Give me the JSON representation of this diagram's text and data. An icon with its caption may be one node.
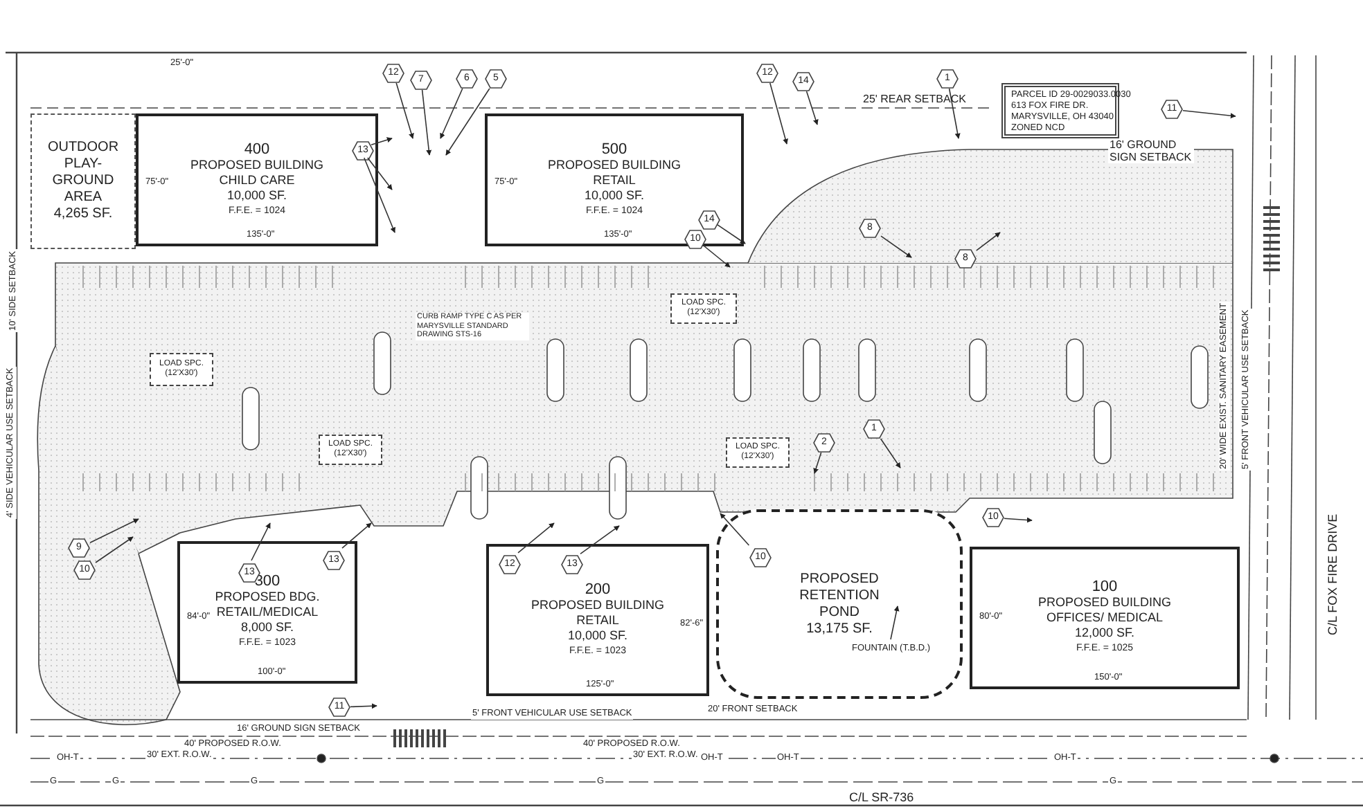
{
  "diagram": {
    "nodes": [
      {
        "text": [
          "OUTDOOR PLAY-GROUND AREA",
          "4,265 SF."
        ]
      },
      {
        "text": [
          "400",
          "PROPOSED BUILDING CHILD CARE",
          "10,000 SF.",
          "F.F.E. = 1024"
        ]
      },
      {
        "text": [
          "500",
          "PROPOSED BUILDING RETAIL",
          "10,000 SF.",
          "F.F.E. = 1024"
        ]
      },
      {
        "text": [
          "PARCEL ID 29-0029033.0030",
          "613 FOX FIRE DR.",
          "MARYSVILLE, OH 43040",
          "ZONED NCD"
        ]
      },
      {
        "text": [
          "LOAD SPC. (12'X30')"
        ]
      },
      {
        "text": [
          "LOAD SPC. (12'X30')"
        ]
      },
      {
        "text": [
          "LOAD SPC. (12'X30')"
        ]
      },
      {
        "text": [
          "LOAD SPC. (12'X30')"
        ]
      },
      {
        "text": [
          "300",
          "PROPOSED BDG. RETAIL/MEDICAL",
          "8,000 SF.",
          "F.F.E. = 1023"
        ]
      },
      {
        "text": [
          "200",
          "PROPOSED BUILDING RETAIL",
          "10,000 SF.",
          "F.F.E. = 1023"
        ]
      },
      {
        "text": [
          "PROPOSED RETENTION POND",
          "13,175 SF."
        ]
      },
      {
        "text": [
          "100",
          "PROPOSED BUILDING OFFICES/ MEDICAL",
          "12,000 SF.",
          "F.F.E. = 1025"
        ]
      },
      {
        "text": [
          "FOUNTAIN (T.B.D.)"
        ],
        "in": 10
      },
      {
        "text": [
          "12"
        ]
      },
      {
        "text": [
          "7"
        ]
      },
      {
        "text": [
          "6"
        ]
      },
      {
        "text": [
          "5"
        ]
      },
      {
        "text": [
          "12"
        ]
      },
      {
        "text": [
          "14"
        ]
      },
      {
        "text": [
          "1"
        ]
      },
      {
        "text": [
          "11"
        ]
      },
      {
        "text": [
          "13"
        ],
        "in": 1
      },
      {
        "text": [
          "14"
        ],
        "in": 2
      },
      {
        "text": [
          "10"
        ],
        "in": 2
      },
      {
        "text": [
          "8"
        ]
      },
      {
        "text": [
          "8"
        ]
      },
      {
        "text": [
          "9"
        ]
      },
      {
        "text": [
          "10"
        ]
      },
      {
        "text": [
          "13"
        ],
        "in": 8
      },
      {
        "text": [
          "13"
        ],
        "in": 8
      },
      {
        "text": [
          "12"
        ],
        "in": 9
      },
      {
        "text": [
          "13"
        ],
        "in": 9
      },
      {
        "text": [
          "10"
        ],
        "in": 10
      },
      {
        "text": [
          "1"
        ]
      },
      {
        "text": [
          "2"
        ]
      },
      {
        "text": [
          "10"
        ]
      },
      {
        "text": [
          "11"
        ]
      }
    ],
    "edges": [
      {
        "from": 12,
        "to": null,
        "arrow": "to"
      },
      {
        "from": 13,
        "to": null,
        "arrow": "to"
      },
      {
        "from": 14,
        "to": null,
        "arrow": "to"
      },
      {
        "from": 15,
        "to": null,
        "arrow": "to"
      },
      {
        "from": 16,
        "to": null,
        "arrow": "to"
      },
      {
        "from": 17,
        "to": null,
        "arrow": "to"
      },
      {
        "from": 18,
        "to": null,
        "arrow": "to"
      },
      {
        "from": 19,
        "to": null,
        "arrow": "to"
      },
      {
        "from": 20,
        "to": null,
        "arrow": "to"
      },
      {
        "from": 21,
        "to": null,
        "arrow": "to"
      },
      {
        "from": 21,
        "to": null,
        "arrow": "to"
      },
      {
        "from": 21,
        "to": null,
        "arrow": "to"
      },
      {
        "from": 22,
        "to": null,
        "arrow": "to"
      },
      {
        "from": 23,
        "to": null,
        "arrow": "to"
      },
      {
        "from": 24,
        "to": null,
        "arrow": "to"
      },
      {
        "from": 25,
        "to": null,
        "arrow": "to"
      },
      {
        "from": 26,
        "to": null,
        "arrow": "to"
      },
      {
        "from": 27,
        "to": null,
        "arrow": "to"
      },
      {
        "from": 28,
        "to": null,
        "arrow": "to"
      },
      {
        "from": 29,
        "to": null,
        "arrow": "to"
      },
      {
        "from": 30,
        "to": null,
        "arrow": "to"
      },
      {
        "from": 31,
        "to": null,
        "arrow": "to"
      },
      {
        "from": 32,
        "to": null,
        "arrow": "to"
      },
      {
        "from": 33,
        "to": null,
        "arrow": "to"
      },
      {
        "from": 34,
        "to": null,
        "arrow": "to"
      },
      {
        "from": 35,
        "to": null,
        "arrow": "to"
      },
      {
        "from": 36,
        "to": null,
        "arrow": "to"
      }
    ],
    "labels": [
      "25'-0\"",
      "25' REAR SETBACK",
      "10' SIDE SETBACK",
      "4' SIDE VEHICULAR USE SETBACK",
      "16' GROUND SIGN SETBACK",
      "CURB RAMP TYPE C AS PER MARYSVILLE STANDARD DRAWING STS-16",
      "135'-0\"",
      "75'-0\"",
      "135'-0\"",
      "75'-0\"",
      "84'-0\"",
      "100'-0\"",
      "125'-0\"",
      "82'-6\"",
      "150'-0\"",
      "80'-0\"",
      "16' GROUND SIGN SETBACK",
      "5' FRONT VEHICULAR USE SETBACK",
      "20' FRONT SETBACK",
      "40' PROPOSED R.O.W.",
      "40' PROPOSED R.O.W.",
      "30' EXT. R.O.W.",
      "30' EXT. R.O.W.",
      "C/L SR-736",
      "20' WIDE EXIST. SANITARY EASEMENT",
      "5' FRONT VEHICULAR USE SETBACK",
      "C/L FOX FIRE DRIVE",
      "OH-T",
      "OH-T",
      "OH-T",
      "OH-T",
      "G",
      "G",
      "G",
      "G",
      "G"
    ]
  }
}
